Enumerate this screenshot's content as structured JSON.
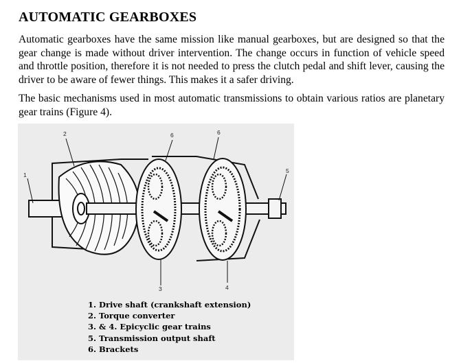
{
  "heading": "AUTOMATIC GEARBOXES",
  "paragraphs": [
    "Automatic gearboxes have the same mission like manual gearboxes, but are designed so that the gear change is made without driver intervention. The change occurs in function of vehicle speed and throttle position, therefore it is not needed to press the clutch pedal and shift lever, causing the driver to be aware of fewer things. This makes it a safer driving.",
    "The basic mechanisms used in most automatic transmissions to obtain various ratios are planetary gear trains (Figure 4)."
  ],
  "figure": {
    "callouts": {
      "c1": "1",
      "c2": "2",
      "c6a": "6",
      "c6b": "6",
      "c5": "5",
      "c3": "3",
      "c4": "4"
    },
    "legend": [
      "1. Drive shaft (crankshaft extension)",
      "2. Torque converter",
      "3. & 4. Epicyclic gear trains",
      "5. Transmission output shaft",
      "6. Brackets"
    ]
  }
}
